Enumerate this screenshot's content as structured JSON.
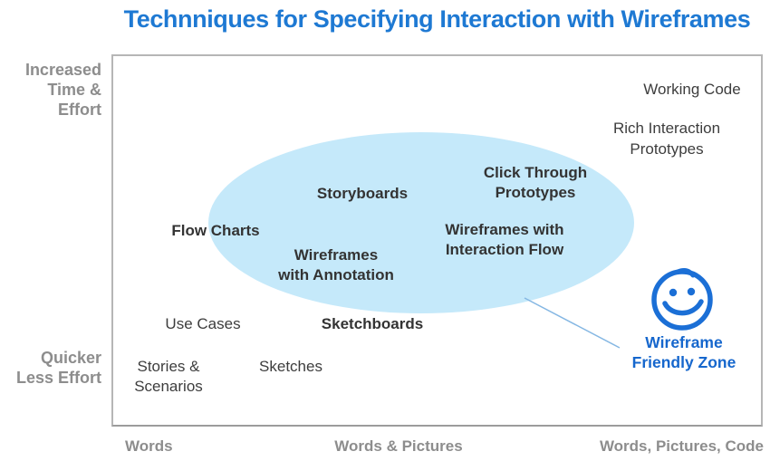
{
  "title": "Technniques for Specifying Interaction with Wireframes",
  "axes": {
    "y_top": "Increased\nTime & Effort",
    "y_bottom": "Quicker\nLess Effort",
    "x_labels": [
      "Words",
      "Words & Pictures",
      "Words, Pictures, Code"
    ]
  },
  "techniques": {
    "working_code": "Working Code",
    "rich_interaction_prototypes": "Rich Interaction\nPrototypes",
    "click_through_prototypes": "Click Through\nPrototypes",
    "storyboards": "Storyboards",
    "flow_charts": "Flow Charts",
    "wireframes_with_annotation": "Wireframes\nwith Annotation",
    "wireframes_with_interaction_flow": "Wireframes with\nInteraction Flow",
    "use_cases": "Use Cases",
    "sketchboards": "Sketchboards",
    "stories_scenarios": "Stories &\nScenarios",
    "sketches": "Sketches"
  },
  "zone": {
    "label": "Wireframe\nFriendly Zone",
    "icon": "smiley-face-icon"
  },
  "colors": {
    "title_blue": "#1e79d3",
    "zone_blue": "#1667cd",
    "smiley_blue": "#1b6fd6",
    "ellipse_fill": "#c5e9fa",
    "axis_gray": "#8d8d8d",
    "text_dark": "#3d3d3d",
    "bold_text_dark": "#333333",
    "border_gray": "#b6b6b6",
    "callout_line": "#85b7e3"
  }
}
